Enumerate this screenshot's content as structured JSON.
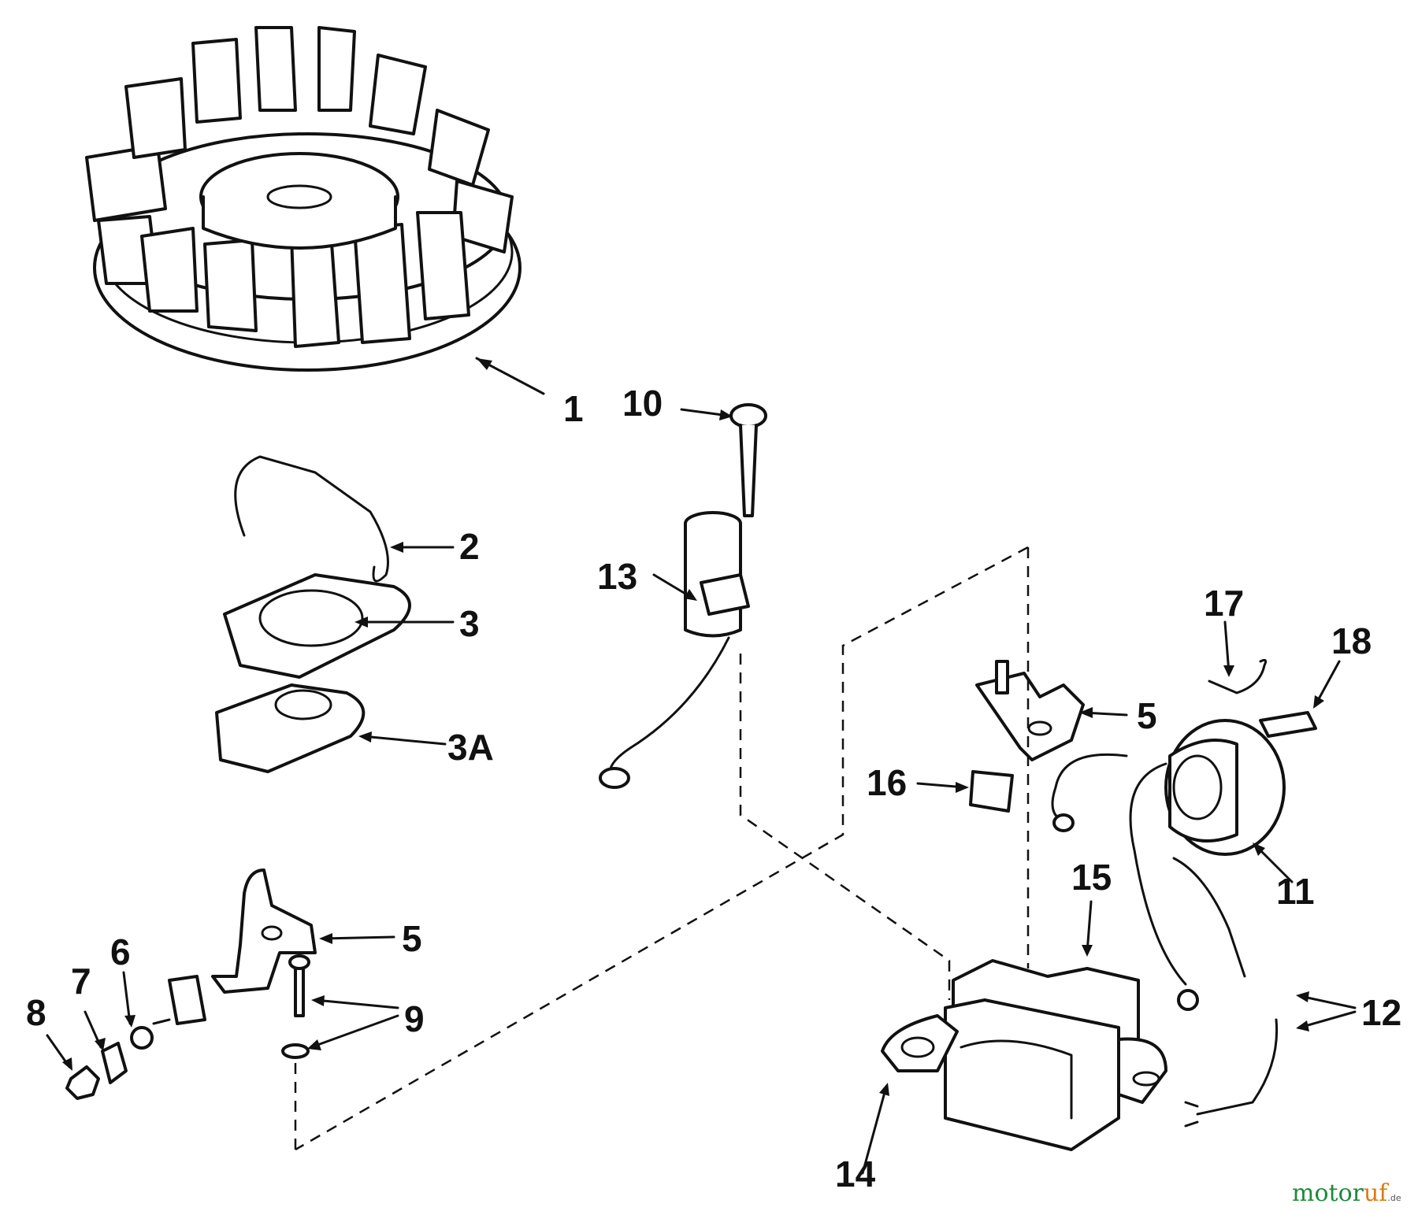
{
  "callouts": [
    {
      "id": "flywheel",
      "text": "1"
    },
    {
      "id": "spring",
      "text": "2"
    },
    {
      "id": "cover",
      "text": "3"
    },
    {
      "id": "gasket",
      "text": "3A"
    },
    {
      "id": "breaker-arm",
      "text": "5"
    },
    {
      "id": "breaker-plate",
      "text": "5"
    },
    {
      "id": "washer",
      "text": "6"
    },
    {
      "id": "terminal",
      "text": "7"
    },
    {
      "id": "nut",
      "text": "8"
    },
    {
      "id": "screw-washer",
      "text": "9"
    },
    {
      "id": "screw",
      "text": "10"
    },
    {
      "id": "coil",
      "text": "11"
    },
    {
      "id": "leads",
      "text": "12"
    },
    {
      "id": "condenser",
      "text": "13"
    },
    {
      "id": "bracket",
      "text": "14"
    },
    {
      "id": "core",
      "text": "15"
    },
    {
      "id": "felt",
      "text": "16"
    },
    {
      "id": "clip",
      "text": "17"
    },
    {
      "id": "clamp",
      "text": "18"
    }
  ],
  "watermark": {
    "part1": "motor",
    "part2": "uf",
    "suffix": ".de"
  },
  "colors": {
    "ink": "#111111",
    "watermark_green": "#1f8a3a",
    "watermark_orange": "#e07a10"
  }
}
